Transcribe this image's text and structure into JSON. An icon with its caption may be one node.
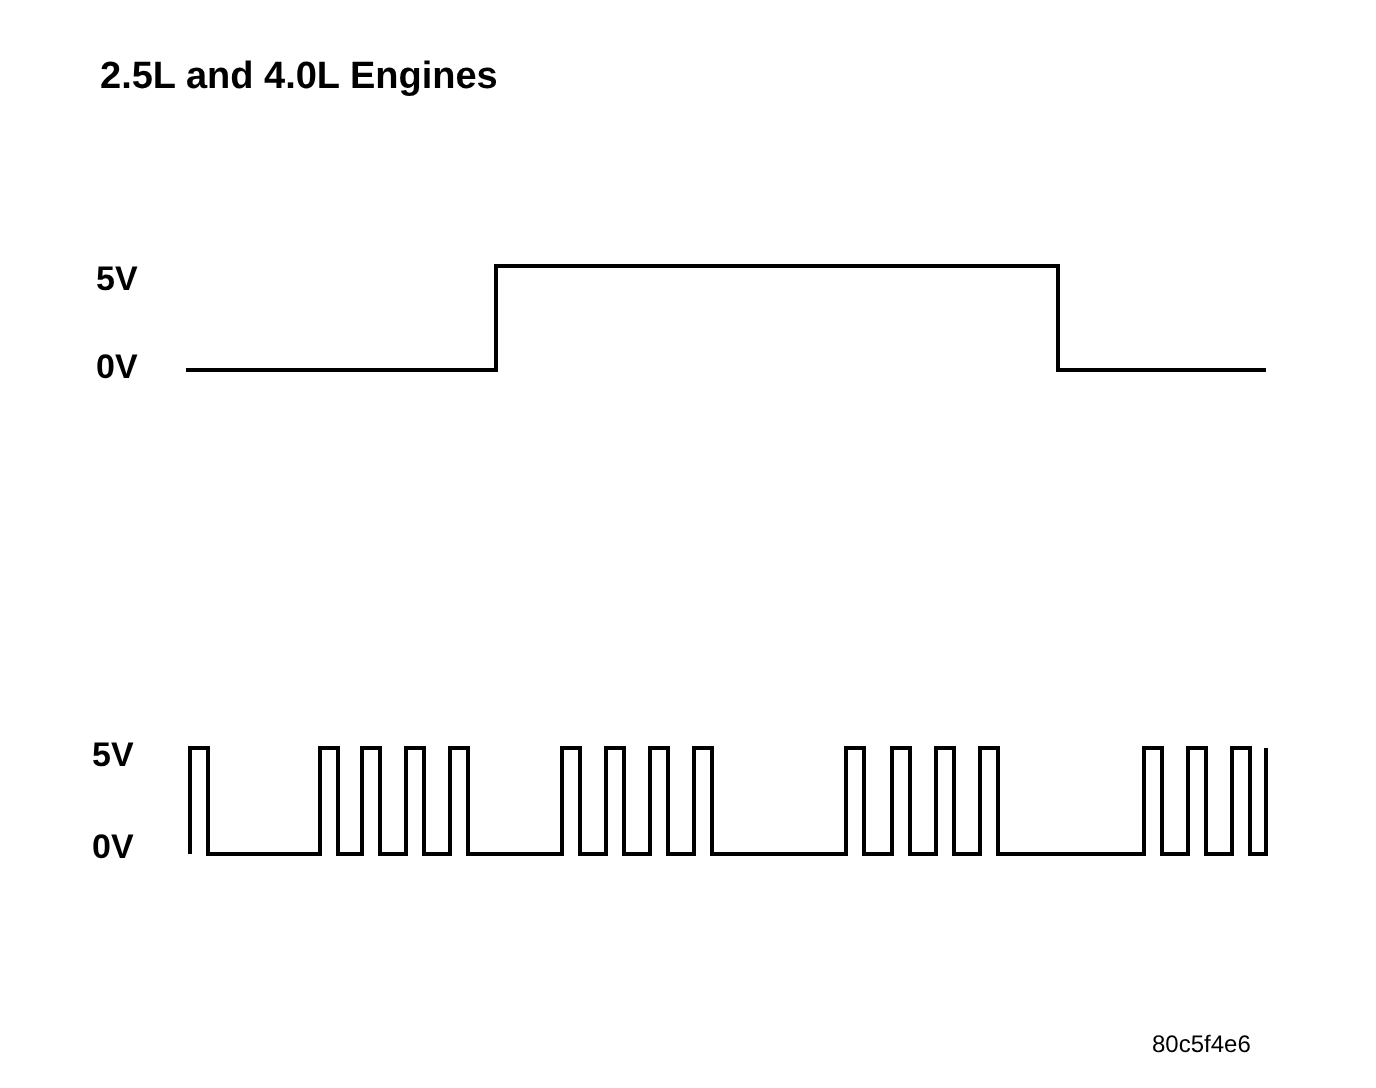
{
  "diagram": {
    "title": "2.5L and 4.0L Engines",
    "labels": [
      "5V",
      "0V",
      "5V",
      "0V",
      "80c5f4e6"
    ]
  }
}
